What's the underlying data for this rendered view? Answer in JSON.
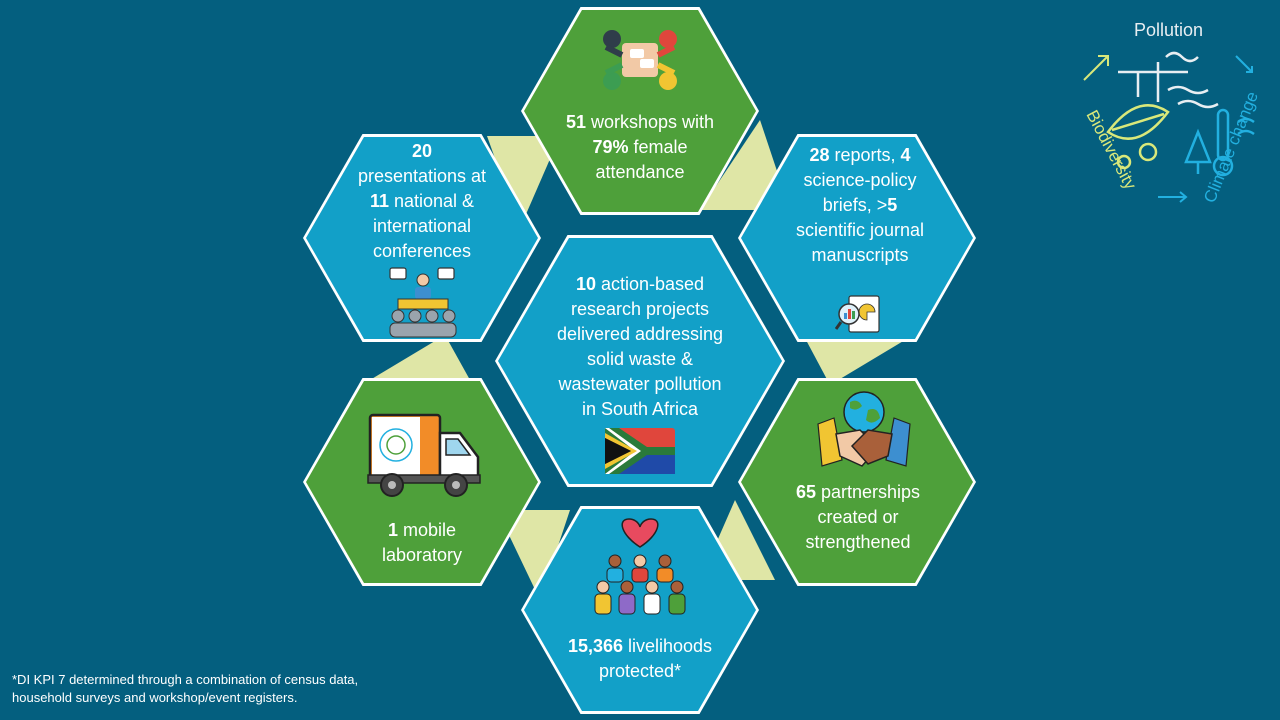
{
  "colors": {
    "background": "#045f7f",
    "green": "#4ea03a",
    "blue": "#12a0c8",
    "connector": "#dfe6a6",
    "logo_pollution": "#e8eef2",
    "logo_biodiversity": "#d9e87a",
    "logo_climate": "#22b0e0"
  },
  "hexes": {
    "workshops": {
      "num1": "51",
      "t1": " workshops with",
      "num2": "79%",
      "t2": " female",
      "t3": "attendance",
      "icon": "meeting-table-icon"
    },
    "presentations": {
      "num1": "20",
      "t1": "presentations at",
      "num2": "11",
      "t2": " national &",
      "t3": "international",
      "t4": "conferences",
      "icon": "presenter-audience-icon"
    },
    "reports": {
      "num1": "28",
      "t1": " reports, ",
      "num2": "4",
      "t2": "science-policy",
      "t3": "briefs, >",
      "num3": "5",
      "t4": "scientific journal",
      "t5": "manuscripts",
      "icon": "report-magnifier-icon"
    },
    "center": {
      "num1": "10",
      "t1": " action-based",
      "t2": "research projects",
      "t3": "delivered addressing",
      "t4": "solid waste &",
      "t5": "wastewater pollution",
      "t6": "in South Africa",
      "icon": "south-africa-flag-icon"
    },
    "laboratory": {
      "num1": "1",
      "t1": " mobile",
      "t2": "laboratory",
      "icon": "mobile-lab-truck-icon"
    },
    "partnerships": {
      "num1": "65",
      "t1": " partnerships",
      "t2": "created or",
      "t3": "strengthened",
      "icon": "globe-handshake-icon"
    },
    "livelihoods": {
      "num1": "15,366",
      "t1": " livelihoods",
      "t2": "protected*",
      "icon": "community-heart-icon"
    }
  },
  "logo": {
    "pollution": "Pollution",
    "biodiversity": "Biodiversity",
    "climate": "Climate change"
  },
  "footnote": {
    "line1": "*DI KPI 7 determined through a combination of census data,",
    "line2": "household surveys and workshop/event registers."
  }
}
